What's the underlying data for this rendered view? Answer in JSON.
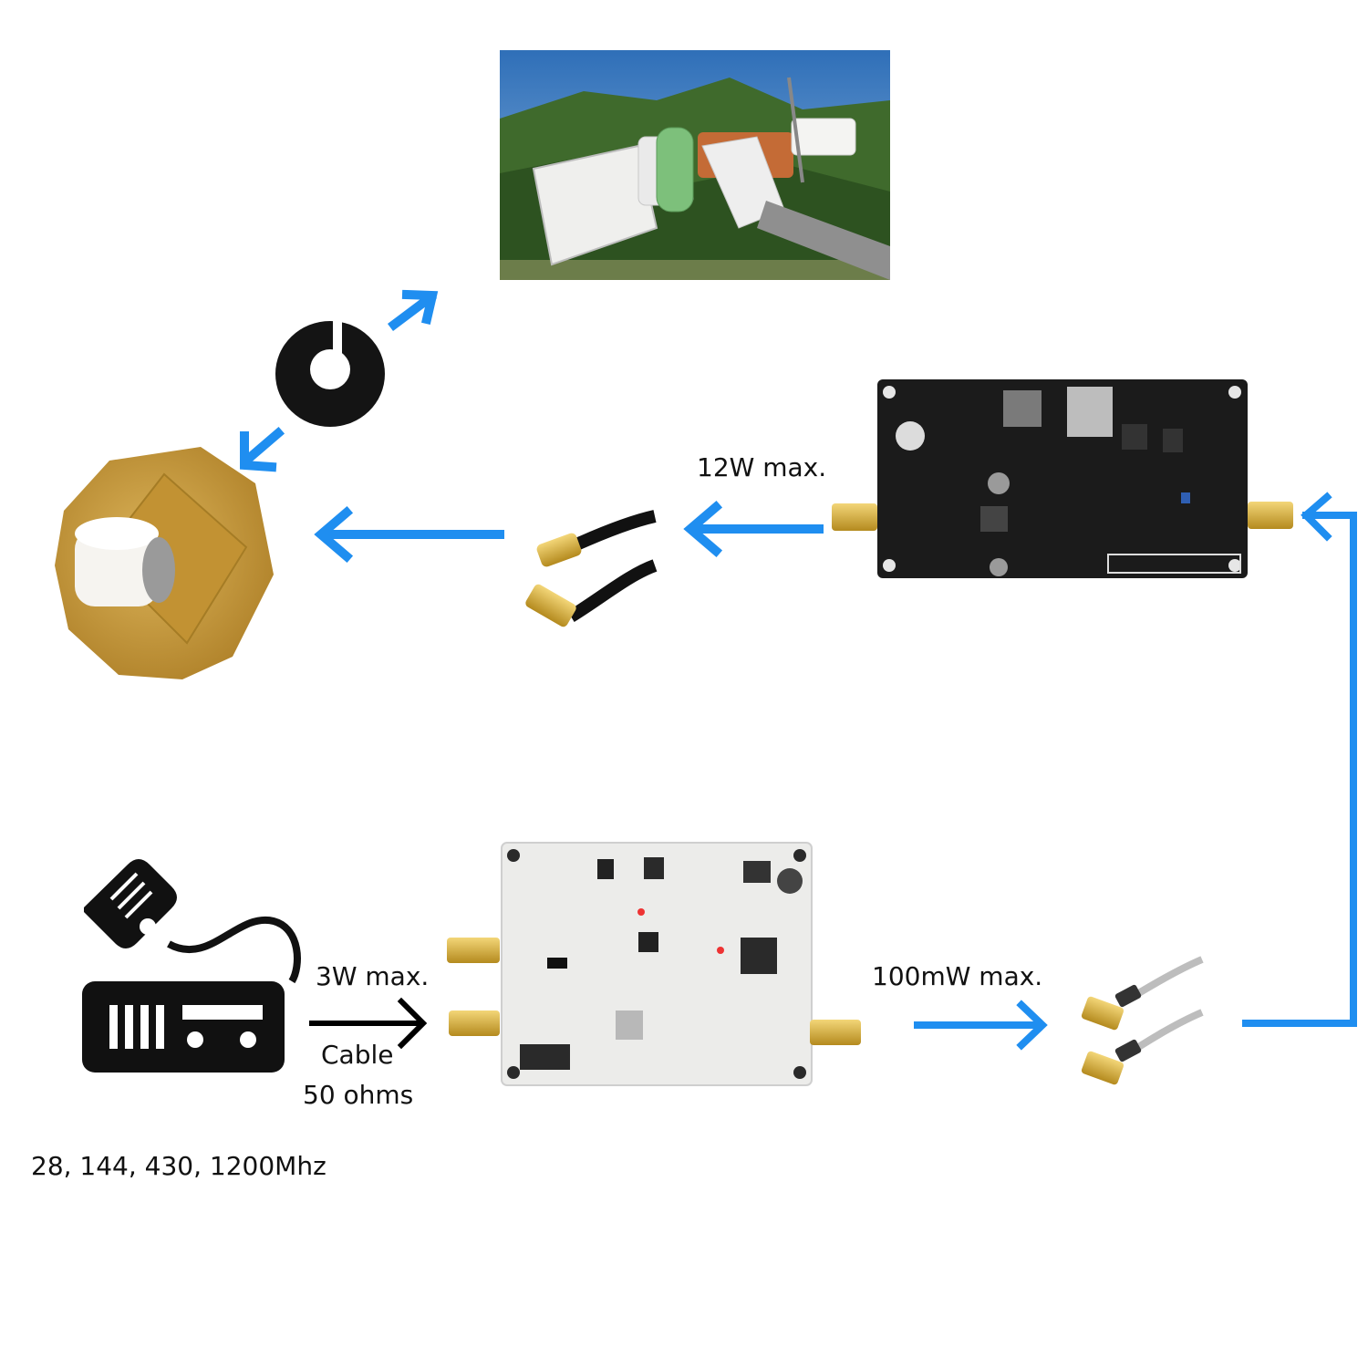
{
  "colors": {
    "arrow_blue": "#1f8ef0",
    "arrow_black": "#000000",
    "pcb_black": "#1b1b1b",
    "pcb_white": "#ececea",
    "brass": "#c79a36",
    "sma_gold": "#d9b23a",
    "ferrite": "#1a1a1a"
  },
  "labels": {
    "amp_power": "12W max.",
    "radio_power": "3W max.",
    "cable_line1": "Cable",
    "cable_line2": "50 ohms",
    "converter_power": "100mW max.",
    "frequencies": "28, 144, 430, 1200Mhz"
  },
  "icons": {
    "lnb_photo": "lnb-dish-feed-photo",
    "ferrite": "ferrite-core-icon",
    "patch_antenna": "brass-patch-antenna-icon",
    "amplifier": "ldmos-amplifier-board-icon",
    "upconverter": "up-converter-board-icon",
    "radio": "transceiver-radio-icon",
    "cable_pair": "sma-cable-pair-icon"
  }
}
